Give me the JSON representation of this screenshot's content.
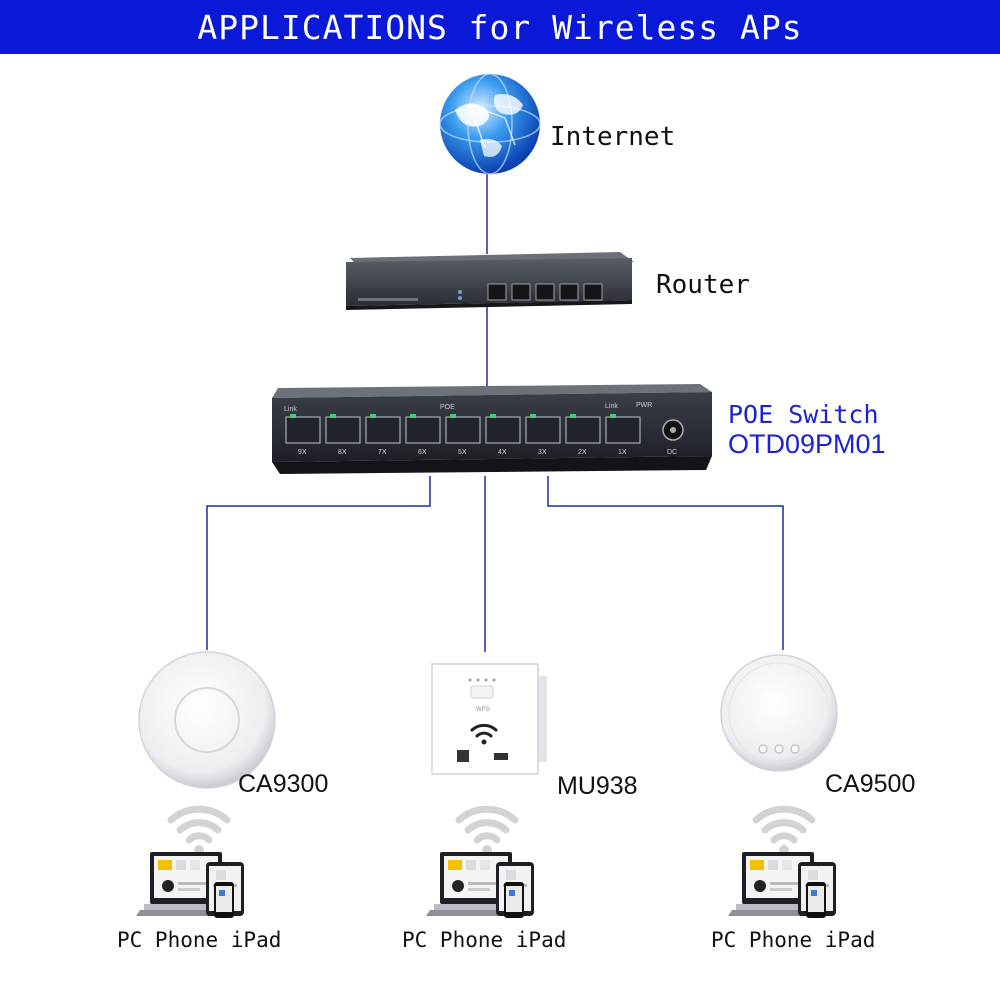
{
  "header": {
    "title": "APPLICATIONS for Wireless APs"
  },
  "nodes": {
    "internet": {
      "label": "Internet",
      "icon": "globe-icon"
    },
    "router": {
      "label": "Router",
      "icon": "router-icon"
    },
    "switch": {
      "label_line1": "POE Switch",
      "label_line2": "OTD09PM01",
      "icon": "poe-switch-icon"
    },
    "ap_left": {
      "label": "CA9300",
      "icon": "ceiling-ap-icon"
    },
    "ap_center": {
      "label": "MU938",
      "icon": "wall-ap-icon"
    },
    "ap_right": {
      "label": "CA9500",
      "icon": "ceiling-ap-icon"
    }
  },
  "switch_panel": {
    "ports": [
      "9X",
      "8X",
      "7X",
      "6X",
      "5X",
      "4X",
      "3X",
      "2X",
      "1X"
    ],
    "poe_label": "POE",
    "link_label": "Link",
    "pwr_label": "PWR",
    "dc_label": "DC"
  },
  "wall_ap_panel": {
    "wps_label": "WPS"
  },
  "clients": {
    "left": {
      "label": "PC Phone iPad"
    },
    "center": {
      "label": "PC Phone iPad"
    },
    "right": {
      "label": "PC Phone iPad"
    }
  },
  "colors": {
    "header_bg": "#0a18d8",
    "accent_text": "#1a22d6",
    "connector_line": "#1a2ea0"
  }
}
